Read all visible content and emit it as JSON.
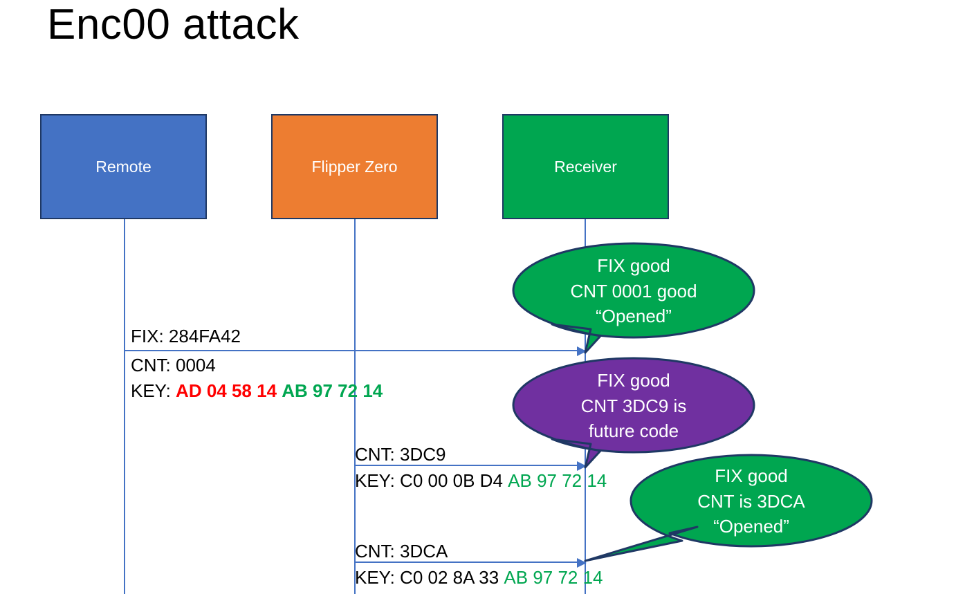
{
  "slide": {
    "title": "Enc00 attack",
    "colors": {
      "remote": "#4472C4",
      "flipper": "#ED7D31",
      "receiver": "#00A650",
      "purple": "#7030A0",
      "border": "#1F3864",
      "lifeline": "#4472C4",
      "hex_red": "#FF0000",
      "hex_green": "#00A650"
    }
  },
  "actors": [
    {
      "id": "remote",
      "label": "Remote"
    },
    {
      "id": "flipper",
      "label": "Flipper Zero"
    },
    {
      "id": "receiver",
      "label": "Receiver"
    }
  ],
  "messages": {
    "remote_to_receiver": {
      "fix_label": "FIX: 284FA42",
      "cnt_label": "CNT: 0004",
      "key_prefix": "KEY: ",
      "key_red": "AD 04 58 14",
      "key_green": "AB 97 72 14"
    },
    "flipper_first": {
      "cnt_label": "CNT: 3DC9",
      "key_prefix": "KEY: ",
      "key_black": "C0 00 0B D4",
      "key_green": "AB 97 72 14"
    },
    "flipper_second": {
      "cnt_label": "CNT: 3DCA",
      "key_prefix": "KEY: ",
      "key_black": "C0 02 8A 33",
      "key_green": "AB 97 72 14"
    }
  },
  "bubbles": [
    {
      "id": "bubble-1",
      "color": "#00A650",
      "line1": "FIX good",
      "line2": "CNT 0001 good",
      "line3": "“Opened”"
    },
    {
      "id": "bubble-2",
      "color": "#7030A0",
      "line1": "FIX good",
      "line2": "CNT 3DC9 is",
      "line3": "future code"
    },
    {
      "id": "bubble-3",
      "color": "#00A650",
      "line1": "FIX good",
      "line2": "CNT is 3DCA",
      "line3": "“Opened”"
    }
  ]
}
